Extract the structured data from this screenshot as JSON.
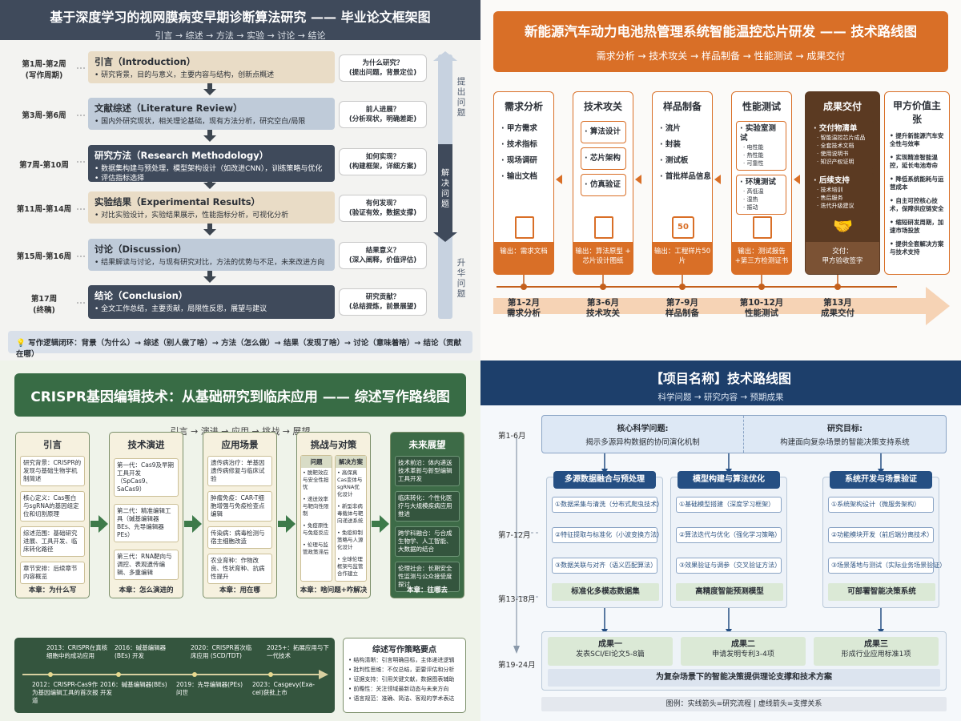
{
  "q1": {
    "title": "基于深度学习的视网膜病变早期诊断算法研究 —— 毕业论文框架图",
    "subtitle": "引言 → 综述 → 方法 → 实验 → 讨论 → 结论",
    "rows": [
      {
        "date": "第1周-第2周\n(写作周期)",
        "title": "引言（Introduction）",
        "desc": "• 研究背景，目的与意义，主要内容与结构，创新点概述",
        "q": "为什么研究？\n(提出问题，背景定位)"
      },
      {
        "date": "第3周-第6周",
        "title": "文献综述（Literature Review）",
        "desc": "• 国内外研究现状，相关理论基础，现有方法分析，研究空白/局限",
        "q": "前人进展？\n(分析现状，明确差距)"
      },
      {
        "date": "第7周-第10周",
        "title": "研究方法（Research Methodology）",
        "desc": "• 数据集构建与预处理，模型架构设计（如改进CNN），训练策略与优化\n• 评估指标选择",
        "q": "如何实现？\n(构建框架，详细方案)"
      },
      {
        "date": "第11周-第14周",
        "title": "实验结果（Experimental Results）",
        "desc": "• 对比实验设计，实验结果展示，性能指标分析，可视化分析",
        "q": "有何发现？\n(验证有效，数据支撑)"
      },
      {
        "date": "第15周-第16周",
        "title": "讨论（Discussion）",
        "desc": "• 结果解读与讨论，与现有研究对比，方法的优势与不足，未来改进方向",
        "q": "结果意义？\n(深入阐释，价值评估)"
      },
      {
        "date": "第17周\n(终稿)",
        "title": "结论（Conclusion）",
        "desc": "• 全文工作总结，主要贡献，局限性反思，展望与建议",
        "q": "研究贡献？\n(总结提炼，前景展望)"
      }
    ],
    "stages": [
      "提出问题",
      "解决问题",
      "升华问题"
    ],
    "footer": "写作逻辑闭环：背景（为什么）→ 综述（别人做了啥）→ 方法（怎么做）→ 结果（发现了啥）→ 讨论（意味着啥）→ 结论（贡献在哪）"
  },
  "q2": {
    "title": "新能源汽车动力电池热管理系统智能温控芯片研发 —— 技术路线图",
    "subtitle": "需求分析 → 技术攻关 → 样品制备 → 性能测试 → 成果交付",
    "cols": [
      {
        "title": "需求分析",
        "items": [
          "· 甲方需求",
          "· 技术指标",
          "· 现场调研",
          "· 输出文档"
        ],
        "out": "输出：需求文档"
      },
      {
        "title": "技术攻关",
        "items": [
          "· 算法设计",
          "· 芯片架构",
          "· 仿真验证"
        ],
        "out": "输出：算法原型 +\n芯片设计图纸"
      },
      {
        "title": "样品制备",
        "items": [
          "· 流片",
          "· 封装",
          "· 测试板",
          "· 首批样品信息"
        ],
        "out": "输出：工程样片50片"
      },
      {
        "title": "性能测试",
        "items": [
          "· 实验室测试",
          "· 环境测试"
        ],
        "subs": [
          [
            "· 电性能",
            "· 热性能",
            "· 可靠性"
          ],
          [
            "· 高低温",
            "· 湿热",
            "· 振动"
          ]
        ],
        "out": "输出：测试报告\n+第三方检测证书"
      },
      {
        "title": "成果交付",
        "items": [
          "· 交付物清单",
          "· 后续支持"
        ],
        "subs": [
          [
            "· 智能温控芯片成品",
            "· 全套技术文档",
            "· 使用说明书",
            "· 知识产权证明"
          ],
          [
            "· 技术培训",
            "· 售后服务",
            "· 迭代升级建议"
          ]
        ],
        "out": "交付：\n甲方验收签字"
      }
    ],
    "value_title": "甲方价值主张",
    "values": [
      "• 提升新能源汽车安全性与效率",
      "• 实现精准智能温控，延长电池寿命",
      "• 降低系统能耗与运营成本",
      "• 自主可控核心技术，保障供应链安全",
      "• 缩短研发周期，加速市场投放",
      "• 提供全套解决方案与技术支持"
    ],
    "chip": "50",
    "timeline": [
      "第1-2月\n需求分析",
      "第3-6月\n技术攻关",
      "第7-9月\n样品制备",
      "第10-12月\n性能测试",
      "第13月\n成果交付"
    ]
  },
  "q3": {
    "title": "CRISPR基因编辑技术：从基础研究到临床应用 —— 综述写作路线图",
    "subtitle": "引言 → 演进 → 应用 → 挑战 → 展望",
    "cols": [
      {
        "title": "引言",
        "items": [
          "研究背景：CRISPR的发现与基础生物学机制简述",
          "核心定义：Cas蛋白与sgRNA的基因组定位和切割原理",
          "综述范围：基础研究进展、工具开发、临床转化路径",
          "章节安排：后续章节内容概览"
        ],
        "foot": "本章：为什么写"
      },
      {
        "title": "技术演进",
        "items": [
          "第一代：Cas9及早期工具开发（SpCas9、SaCas9）",
          "第二代：精准编辑工具（碱基编辑器BEs、先导编辑器PEs）",
          "第三代：RNA靶向与调控、表观遗传编辑、多重编辑"
        ],
        "foot": "本章：怎么演进的"
      },
      {
        "title": "应用场景",
        "items": [
          "遗传病治疗：单基因遗传病修复与临床试验",
          "肿瘤免疫：CAR-T细胞增强与免疫检查点编辑",
          "传染病：病毒检测与宿主细胞改造",
          "农业育种：作物改良、性状育种、抗病性提升"
        ],
        "foot": "本章：用在哪"
      },
      {
        "title": "挑战与对策",
        "h1": "问题",
        "h2": "解决方案",
        "probs": [
          "• 脱靶效应与安全性担忧",
          "• 递送效率与靶向性限制",
          "• 免疫原性与免疫反应",
          "• 伦理与监管政策滞后"
        ],
        "sols": [
          "• 高保真Cas变体与sgRNA优化设计",
          "• 新型非病毒载体与靶向递送系统",
          "• 免疫抑制策略与人源化设计",
          "• 全球伦理框架与监管合作建立"
        ],
        "foot": "本章：啥问题+咋解决"
      },
      {
        "title": "未来展望",
        "items": [
          "技术前沿：体内递送技术革新与新型编辑工具开发",
          "临床转化：个性化医疗与大规模疾病应用推进",
          "跨学科融合：与合成生物学、人工智能、大数据的结合",
          "伦理社会：长期安全性监测与公众接受度探讨"
        ],
        "foot": "本章：往哪去"
      }
    ],
    "timeline_top": [
      "2013：CRISPR在真核细胞中的成功应用",
      "2016：碱基编辑器(BEs) 开发",
      "2020：CRISPR首次临床应用 (SCD/TDT)",
      "2025+：拓展应用与下一代技术"
    ],
    "timeline_bottom": [
      "2012：CRISPR-Cas9作为基因编辑工具的首次报道",
      "2016：碱基编辑器(BEs) 开发",
      "2019：先导编辑器(PEs) 问世",
      "2023：Casgevy(Exa-cel)获批上市"
    ],
    "tips_title": "综述写作策略要点",
    "tips": [
      "• 结构清晰：引言明确目标，主体递进逻辑",
      "• 批判性思维：不仅总结，更要评估和分析",
      "• 证据支持：引用关键文献，数据图表辅助",
      "• 前瞻性：关注领域最新动态与未来方向",
      "• 语言规范：准确、简洁、客观的学术表达"
    ]
  },
  "q4": {
    "title": "【项目名称】技术路线图",
    "subtitle": "科学问题 → 研究内容 → 预期成果",
    "times": [
      "第1-6月",
      "第7-12月",
      "第13-18月",
      "第19-24月"
    ],
    "core_title": "核心科学问题:",
    "core_desc": "揭示多源异构数据的协同演化机制",
    "goal_title": "研究目标:",
    "goal_desc": "构建面向复杂场景的智能决策支持系统",
    "cols": [
      {
        "title": "多源数据融合与预处理",
        "items": [
          "①数据采集与清洗（分布式爬虫技术）",
          "②特征提取与标准化（小波变换方法）",
          "③数据关联与对齐（语义匹配算法）"
        ],
        "result": "标准化多模态数据集"
      },
      {
        "title": "模型构建与算法优化",
        "items": [
          "①基础模型搭建（深度学习框架）",
          "②算法迭代与优化（强化学习策略）",
          "③效果验证与调参（交叉验证方法）"
        ],
        "result": "高精度智能预测模型"
      },
      {
        "title": "系统开发与场景验证",
        "items": [
          "①系统架构设计（微服务架构）",
          "②功能模块开发（前后端分离技术）",
          "③场景落地与测试（实际业务场景验证）"
        ],
        "result": "可部署智能决策系统"
      }
    ],
    "outs": [
      {
        "t": "成果一",
        "d": "发表SCI/EI论文5-8篇"
      },
      {
        "t": "成果二",
        "d": "申请发明专利3-4项"
      },
      {
        "t": "成果三",
        "d": "形成行业应用标准1项"
      }
    ],
    "final": "为复杂场景下的智能决策提供理论支撑和技术方案",
    "legend": "图例：实线箭头=研究流程 | 虚线箭头=支撑关系"
  },
  "colors": {
    "q1_header": "#3f4a5b",
    "q2_accent": "#d96f27",
    "q3_header": "#386c45",
    "q4_header": "#1d3f6b"
  }
}
